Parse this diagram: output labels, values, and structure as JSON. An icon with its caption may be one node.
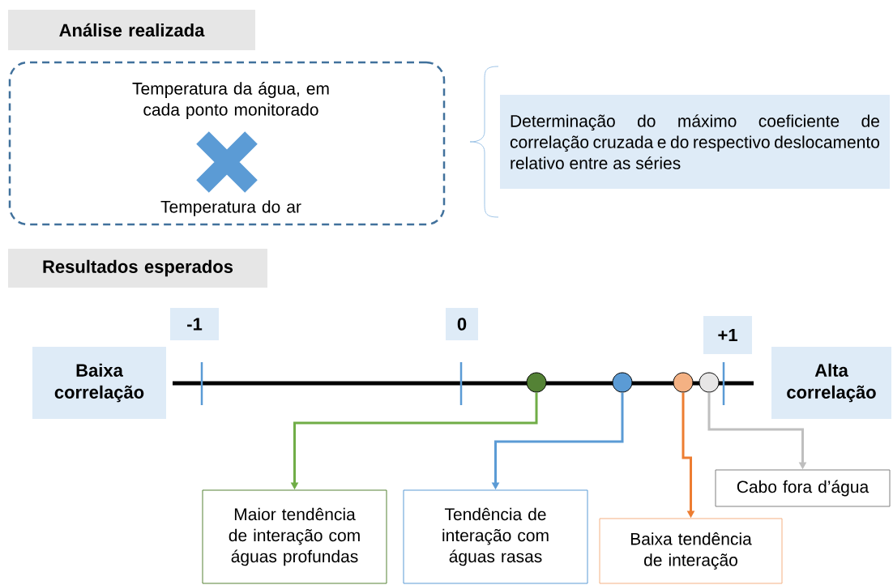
{
  "diagram": {
    "nodes": [
      {
        "text": [
          "Análise realizada"
        ]
      },
      {
        "text": [
          "Temperatura da água, em cada ponto monitorado",
          "Temperatura do ar"
        ]
      },
      {
        "text": [
          "Determinação do máximo coeficiente de correlação cruzada e do respectivo deslocamento relativo entre as séries"
        ]
      },
      {
        "text": [
          "Resultados esperados"
        ]
      },
      {
        "text": [
          "-1"
        ]
      },
      {
        "text": [
          "0"
        ]
      },
      {
        "text": [
          "+1"
        ]
      },
      {
        "text": [
          "Baixa correlação"
        ]
      },
      {
        "text": [
          "Alta correlação"
        ]
      },
      {
        "text": [],
        "shape": "circle"
      },
      {
        "text": [],
        "shape": "circle"
      },
      {
        "text": [],
        "shape": "circle"
      },
      {
        "text": [],
        "shape": "circle"
      },
      {
        "text": [
          "Maior tendência de interação com águas profundas"
        ]
      },
      {
        "text": [
          "Tendência de interação com águas rasas"
        ]
      },
      {
        "text": [
          "Baixa tendência de interação"
        ]
      },
      {
        "text": [
          "Cabo fora d’água"
        ]
      }
    ],
    "edges": [
      {
        "from": 9,
        "to": 13,
        "arrow": "to",
        "color": "#70ad47"
      },
      {
        "from": 10,
        "to": 14,
        "arrow": "to",
        "color": "#5b9bd5"
      },
      {
        "from": 11,
        "to": 15,
        "arrow": "to",
        "color": "#ed7d31"
      },
      {
        "from": 12,
        "to": 16,
        "arrow": "to",
        "color": "#bfbfbf"
      }
    ]
  }
}
